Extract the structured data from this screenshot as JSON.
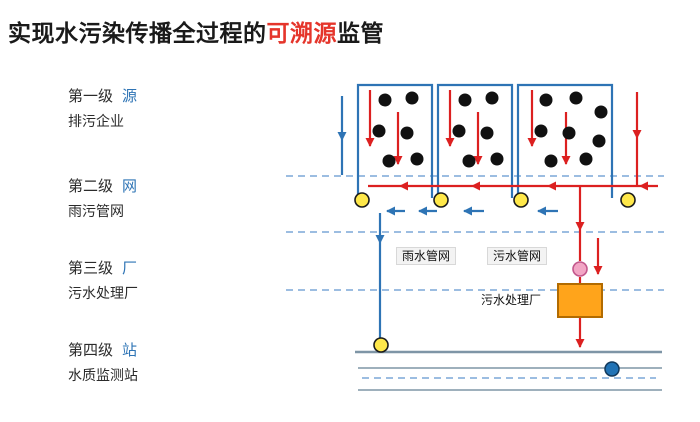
{
  "title": {
    "prefix": "实现水污染传播全过程的",
    "highlight": "可溯源",
    "suffix": "监管"
  },
  "levels": [
    {
      "name": "第一级",
      "key": "源",
      "desc": "排污企业"
    },
    {
      "name": "第二级",
      "key": "网",
      "desc": "雨污管网"
    },
    {
      "name": "第三级",
      "key": "厂",
      "desc": "污水处理厂"
    },
    {
      "name": "第四级",
      "key": "站",
      "desc": "水质监测站"
    }
  ],
  "diagram": {
    "rain_pipe_label": "雨水管网",
    "sewage_pipe_label": "污水管网",
    "treatment_plant_label": "污水处理厂"
  },
  "colors": {
    "text": "#1a1a1a",
    "titleRed": "#e5352b",
    "blue": "#2e74b5",
    "red": "#dc2020",
    "dash": "#7ba7d7",
    "yellow": "#ffe84a",
    "orange": "#ffa41b",
    "orangeStroke": "#b26b00",
    "pink": "#f2a6c5",
    "pinkStroke": "#c2578c",
    "blueDot": "#2273b5",
    "riverGray": "#7e95a6",
    "pollutant": "#111111"
  }
}
